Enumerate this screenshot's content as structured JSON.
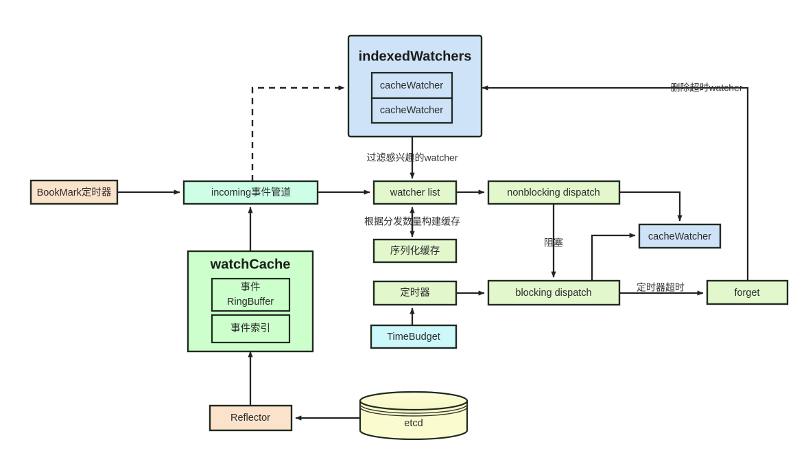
{
  "diagram": {
    "title": "Kubernetes apiserver watchCache event dispatch flow",
    "palette": {
      "blue_fill": "#cfe3f8",
      "mint_fill": "#ccffe5",
      "green_fill": "#ccffcc",
      "yellowgreen_fill": "#e3f7cd",
      "peach_fill": "#fbe2cb",
      "cyan_fill": "#ccf7fb",
      "pale_yellow_fill": "#fbfbd0",
      "stroke": "#1f2a1f",
      "edge": "#232323"
    },
    "nodes": {
      "indexed_watchers": {
        "label": "indexedWatchers",
        "fill": "#cfe3f8"
      },
      "indexed_watchers_child_1": {
        "label": "cacheWatcher",
        "fill": "#cfe3f8"
      },
      "indexed_watchers_child_2": {
        "label": "cacheWatcher",
        "fill": "#cfe3f8"
      },
      "bookmark_timer": {
        "label": "BookMark定时器",
        "fill": "#fbe2cb"
      },
      "incoming_pipe": {
        "label": "incoming事件管道",
        "fill": "#ccffe5"
      },
      "watcher_list": {
        "label": "watcher list",
        "fill": "#e3f7cd"
      },
      "nonblocking_dispatch": {
        "label": "nonblocking dispatch",
        "fill": "#e3f7cd"
      },
      "serialize_cache": {
        "label": "序列化缓存",
        "fill": "#e3f7cd"
      },
      "cache_watcher_right": {
        "label": "cacheWatcher",
        "fill": "#cfe3f8"
      },
      "timer": {
        "label": "定时器",
        "fill": "#e3f7cd"
      },
      "time_budget": {
        "label": "TimeBudget",
        "fill": "#ccf7fb"
      },
      "blocking_dispatch": {
        "label": "blocking dispatch",
        "fill": "#e3f7cd"
      },
      "forget": {
        "label": "forget",
        "fill": "#e3f7cd"
      },
      "watch_cache": {
        "label": "watchCache",
        "fill": "#ccffcc"
      },
      "watch_cache_child_1_line1": {
        "label": "事件",
        "fill": "#ccffcc"
      },
      "watch_cache_child_1_line2": {
        "label": "RingBuffer",
        "fill": "#ccffcc"
      },
      "watch_cache_child_2": {
        "label": "事件索引",
        "fill": "#ccffcc"
      },
      "reflector": {
        "label": "Reflector",
        "fill": "#fbe2cb"
      },
      "etcd": {
        "label": "etcd",
        "fill": "#fbfbd0"
      }
    },
    "edge_labels": {
      "delete_timeout_watcher": "删除超时watcher",
      "filter_interested_watcher": "过滤感兴趣的watcher",
      "build_cache_by_dispatch_count": "根据分发数量构建缓存",
      "blocked": "阻塞",
      "timer_timeout": "定时器超时"
    }
  }
}
